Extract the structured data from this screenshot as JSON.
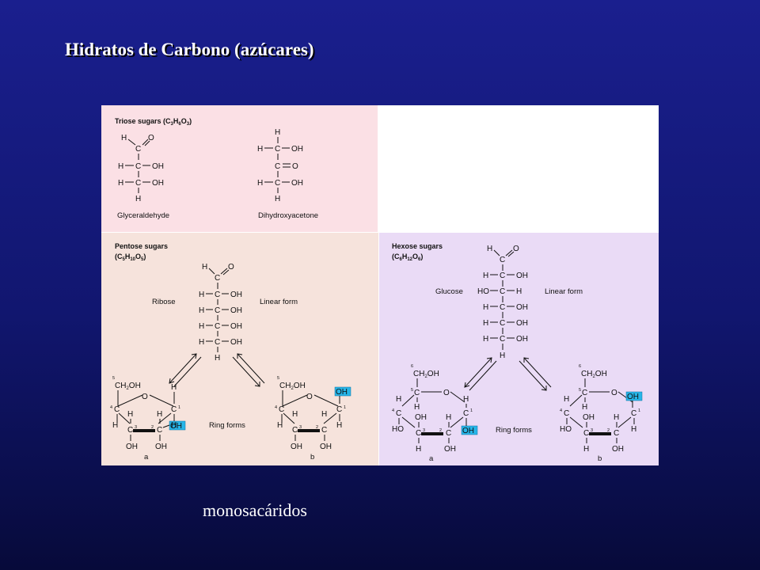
{
  "title": "Hidratos de Carbono (azúcares)",
  "caption": "monosacáridos",
  "triose": {
    "heading": "Triose sugars (C",
    "formula_sub1": "3",
    "formula_h": "H",
    "formula_sub2": "6",
    "formula_o": "O",
    "formula_sub3": "3",
    "formula_close": ")",
    "left_name": "Glyceraldehyde",
    "right_name": "Dihydroxyacetone"
  },
  "pentose": {
    "heading_line1": "Pentose sugars",
    "formula_open": "(C",
    "formula_sub1": "5",
    "formula_h": "H",
    "formula_sub2": "10",
    "formula_o": "O",
    "formula_sub3": "5",
    "formula_close": ")",
    "name": "Ribose",
    "linear_label": "Linear form",
    "ring_label": "Ring forms",
    "ring_a": "a",
    "ring_b": "b"
  },
  "hexose": {
    "heading_line1": "Hexose sugars",
    "formula_open": "(C",
    "formula_sub1": "6",
    "formula_h": "H",
    "formula_sub2": "12",
    "formula_o": "O",
    "formula_sub3": "6",
    "formula_close": ")",
    "name": "Glucose",
    "linear_label": "Linear form",
    "ring_label": "Ring forms",
    "ring_a": "a",
    "ring_b": "b"
  },
  "atoms": {
    "H": "H",
    "C": "C",
    "O": "O",
    "OH": "OH",
    "HO": "HO",
    "CH": "CH",
    "two": "2",
    "eq": "="
  },
  "colors": {
    "triose_bg": "#fbe0e5",
    "pentose_bg": "#f6e3dc",
    "hexose_bg": "#eadbf6",
    "oh_highlight": "#27b5e8"
  }
}
